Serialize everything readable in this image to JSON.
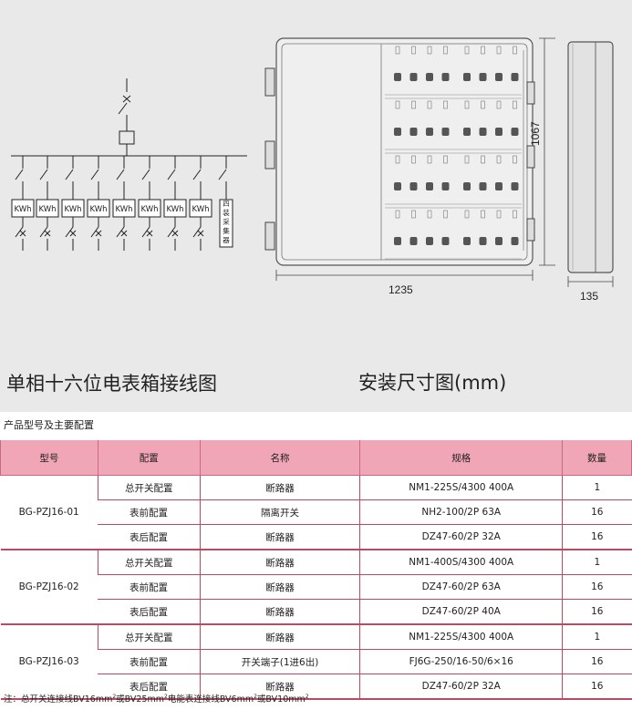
{
  "diagram": {
    "meter_label": "KWh",
    "collector_label": "四装采集器",
    "dim_width": "1235",
    "dim_height": "1067",
    "dim_depth": "135"
  },
  "captions": {
    "wiring": "单相十六位电表箱接线图",
    "install": "安装尺寸图(mm)"
  },
  "table": {
    "title": "产品型号及主要配置",
    "headers": [
      "型号",
      "配置",
      "名称",
      "规格",
      "数量"
    ],
    "groups": [
      {
        "model": "BG-PZJ16-01",
        "rows": [
          {
            "config": "总开关配置",
            "name": "断路器",
            "spec": "NM1-225S/4300  400A",
            "qty": "1"
          },
          {
            "config": "表前配置",
            "name": "隔离开关",
            "spec": "NH2-100/2P  63A",
            "qty": "16"
          },
          {
            "config": "表后配置",
            "name": "断路器",
            "spec": "DZ47-60/2P  32A",
            "qty": "16"
          }
        ]
      },
      {
        "model": "BG-PZJ16-02",
        "rows": [
          {
            "config": "总开关配置",
            "name": "断路器",
            "spec": "NM1-400S/4300  400A",
            "qty": "1"
          },
          {
            "config": "表前配置",
            "name": "断路器",
            "spec": "DZ47-60/2P  63A",
            "qty": "16"
          },
          {
            "config": "表后配置",
            "name": "断路器",
            "spec": "DZ47-60/2P  40A",
            "qty": "16"
          }
        ]
      },
      {
        "model": "BG-PZJ16-03",
        "rows": [
          {
            "config": "总开关配置",
            "name": "断路器",
            "spec": "NM1-225S/4300  400A",
            "qty": "1"
          },
          {
            "config": "表前配置",
            "name": "开关端子(1进6出)",
            "spec": "FJ6G-250/16-50/6×16",
            "qty": "16"
          },
          {
            "config": "表后配置",
            "name": "断路器",
            "spec": "DZ47-60/2P  32A",
            "qty": "16"
          }
        ]
      }
    ]
  },
  "note": {
    "prefix": "注：总开关连接线BV16mm",
    "mid1": "或BV25mm",
    "mid2": "电能表连接线BV6mm",
    "mid3": "或BV10mm",
    "sup": "2"
  }
}
